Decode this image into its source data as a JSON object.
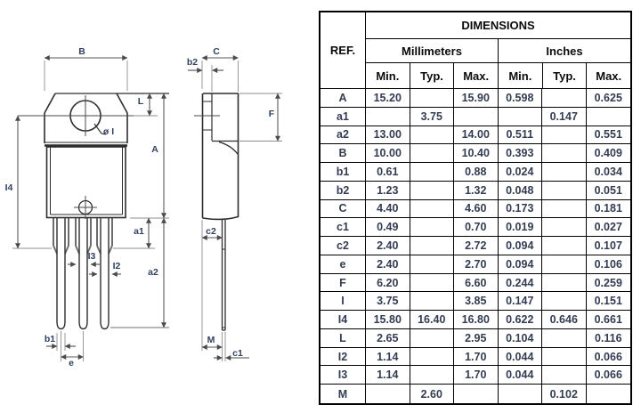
{
  "drawing": {
    "labels": {
      "B": "B",
      "L": "L",
      "A": "A",
      "I4": "I4",
      "a1": "a1",
      "a2": "a2",
      "I3": "I3",
      "I2": "I2",
      "b1": "b1",
      "e": "e",
      "dia": "ø I",
      "C": "C",
      "b2": "b2",
      "F": "F",
      "c2": "c2",
      "M": "M",
      "c1": "c1"
    }
  },
  "table": {
    "title": "DIMENSIONS",
    "ref_header": "REF.",
    "unit_groups": [
      {
        "label": "Millimeters"
      },
      {
        "label": "Inches"
      }
    ],
    "col_headers": [
      "Min.",
      "Typ.",
      "Max.",
      "Min.",
      "Typ.",
      "Max."
    ],
    "rows": [
      {
        "ref": "A",
        "mm_min": "15.20",
        "mm_typ": "",
        "mm_max": "15.90",
        "in_min": "0.598",
        "in_typ": "",
        "in_max": "0.625"
      },
      {
        "ref": "a1",
        "mm_min": "",
        "mm_typ": "3.75",
        "mm_max": "",
        "in_min": "",
        "in_typ": "0.147",
        "in_max": ""
      },
      {
        "ref": "a2",
        "mm_min": "13.00",
        "mm_typ": "",
        "mm_max": "14.00",
        "in_min": "0.511",
        "in_typ": "",
        "in_max": "0.551"
      },
      {
        "ref": "B",
        "mm_min": "10.00",
        "mm_typ": "",
        "mm_max": "10.40",
        "in_min": "0.393",
        "in_typ": "",
        "in_max": "0.409"
      },
      {
        "ref": "b1",
        "mm_min": "0.61",
        "mm_typ": "",
        "mm_max": "0.88",
        "in_min": "0.024",
        "in_typ": "",
        "in_max": "0.034"
      },
      {
        "ref": "b2",
        "mm_min": "1.23",
        "mm_typ": "",
        "mm_max": "1.32",
        "in_min": "0.048",
        "in_typ": "",
        "in_max": "0.051"
      },
      {
        "ref": "C",
        "mm_min": "4.40",
        "mm_typ": "",
        "mm_max": "4.60",
        "in_min": "0.173",
        "in_typ": "",
        "in_max": "0.181"
      },
      {
        "ref": "c1",
        "mm_min": "0.49",
        "mm_typ": "",
        "mm_max": "0.70",
        "in_min": "0.019",
        "in_typ": "",
        "in_max": "0.027"
      },
      {
        "ref": "c2",
        "mm_min": "2.40",
        "mm_typ": "",
        "mm_max": "2.72",
        "in_min": "0.094",
        "in_typ": "",
        "in_max": "0.107"
      },
      {
        "ref": "e",
        "mm_min": "2.40",
        "mm_typ": "",
        "mm_max": "2.70",
        "in_min": "0.094",
        "in_typ": "",
        "in_max": "0.106"
      },
      {
        "ref": "F",
        "mm_min": "6.20",
        "mm_typ": "",
        "mm_max": "6.60",
        "in_min": "0.244",
        "in_typ": "",
        "in_max": "0.259"
      },
      {
        "ref": "I",
        "mm_min": "3.75",
        "mm_typ": "",
        "mm_max": "3.85",
        "in_min": "0.147",
        "in_typ": "",
        "in_max": "0.151"
      },
      {
        "ref": "I4",
        "mm_min": "15.80",
        "mm_typ": "16.40",
        "mm_max": "16.80",
        "in_min": "0.622",
        "in_typ": "0.646",
        "in_max": "0.661"
      },
      {
        "ref": "L",
        "mm_min": "2.65",
        "mm_typ": "",
        "mm_max": "2.95",
        "in_min": "0.104",
        "in_typ": "",
        "in_max": "0.116"
      },
      {
        "ref": "I2",
        "mm_min": "1.14",
        "mm_typ": "",
        "mm_max": "1.70",
        "in_min": "0.044",
        "in_typ": "",
        "in_max": "0.066"
      },
      {
        "ref": "I3",
        "mm_min": "1.14",
        "mm_typ": "",
        "mm_max": "1.70",
        "in_min": "0.044",
        "in_typ": "",
        "in_max": "0.066"
      },
      {
        "ref": "M",
        "mm_min": "",
        "mm_typ": "2.60",
        "mm_max": "",
        "in_min": "",
        "in_typ": "0.102",
        "in_max": ""
      }
    ]
  },
  "colors": {
    "label_text": "#32405f",
    "table_value_text": "#333c52",
    "outline_dark": "#2d2d2d",
    "dimension_gray": "#8f8f8f"
  }
}
